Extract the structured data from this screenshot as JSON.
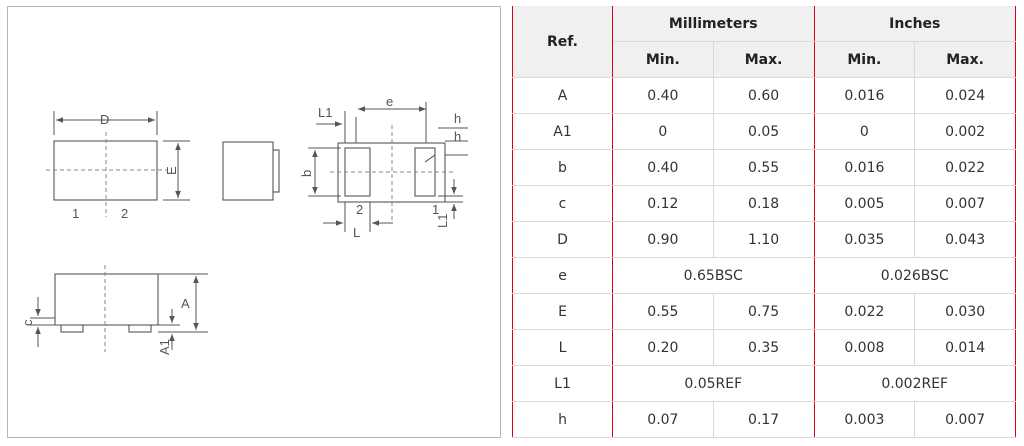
{
  "drawing": {
    "labels": {
      "D": "D",
      "E": "E",
      "pin1": "1",
      "pin2": "2",
      "L1": "L1",
      "e": "e",
      "h": "h",
      "h2": "h",
      "b": "b",
      "pin2_bottom": "2",
      "pin1_bottom": "1",
      "L": "L",
      "L1_right": "L1",
      "c": "c",
      "A": "A",
      "A1": "A1"
    }
  },
  "table": {
    "headers": {
      "ref": "Ref.",
      "millimeters": "Millimeters",
      "inches": "Inches",
      "mm_min": "Min.",
      "mm_max": "Max.",
      "in_min": "Min.",
      "in_max": "Max."
    },
    "rows": [
      {
        "ref": "A",
        "mm_min": "0.40",
        "mm_max": "0.60",
        "in_min": "0.016",
        "in_max": "0.024"
      },
      {
        "ref": "A1",
        "mm_min": "0",
        "mm_max": "0.05",
        "in_min": "0",
        "in_max": "0.002"
      },
      {
        "ref": "b",
        "mm_min": "0.40",
        "mm_max": "0.55",
        "in_min": "0.016",
        "in_max": "0.022"
      },
      {
        "ref": "c",
        "mm_min": "0.12",
        "mm_max": "0.18",
        "in_min": "0.005",
        "in_max": "0.007"
      },
      {
        "ref": "D",
        "mm_min": "0.90",
        "mm_max": "1.10",
        "in_min": "0.035",
        "in_max": "0.043"
      },
      {
        "ref": "e",
        "mm": "0.65BSC",
        "in": "0.026BSC"
      },
      {
        "ref": "E",
        "mm_min": "0.55",
        "mm_max": "0.75",
        "in_min": "0.022",
        "in_max": "0.030"
      },
      {
        "ref": "L",
        "mm_min": "0.20",
        "mm_max": "0.35",
        "in_min": "0.008",
        "in_max": "0.014"
      },
      {
        "ref": "L1",
        "mm": "0.05REF",
        "in": "0.002REF"
      },
      {
        "ref": "h",
        "mm_min": "0.07",
        "mm_max": "0.17",
        "in_min": "0.003",
        "in_max": "0.007"
      }
    ]
  }
}
